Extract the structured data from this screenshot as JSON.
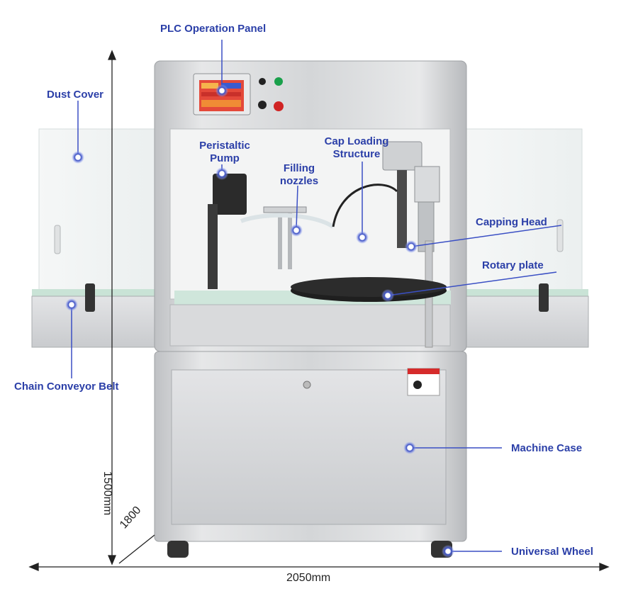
{
  "callouts": {
    "plc": "PLC Operation Panel",
    "dust_cover": "Dust Cover",
    "peristaltic_1": "Peristaltic",
    "peristaltic_2": "Pump",
    "filling_1": "Filling",
    "filling_2": "nozzles",
    "cap_loading_1": "Cap Loading",
    "cap_loading_2": "Structure",
    "capping_head": "Capping Head",
    "rotary_plate": "Rotary plate",
    "conveyor": "Chain Conveyor Belt",
    "machine_case": "Machine Case",
    "wheel": "Universal Wheel"
  },
  "dimensions": {
    "height": "1500mm",
    "depth": "1800",
    "width": "2050mm"
  },
  "colors": {
    "callout_text": "#2b3fa8",
    "callout_line": "#3a4fc4",
    "steel": "#d8d9db"
  }
}
